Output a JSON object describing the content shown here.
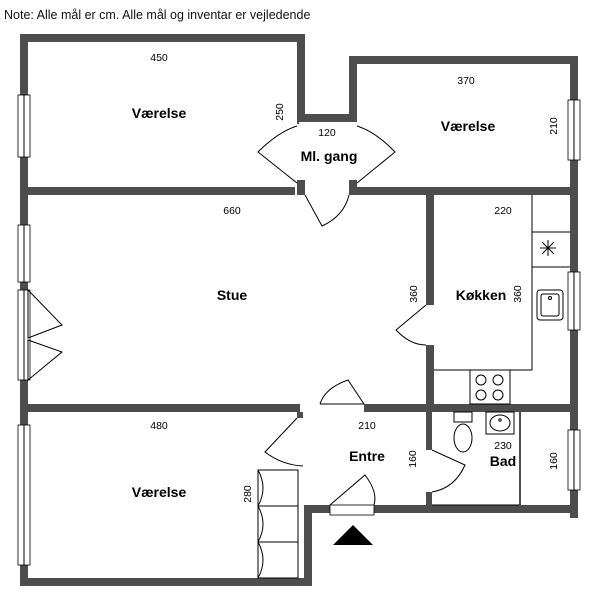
{
  "note": "Note: Alle mål er cm. Alle mål og inventar er vejledende",
  "rooms": [
    {
      "label": "Værelse",
      "width_dim": "450",
      "depth_dim": "250"
    },
    {
      "label": "Ml. gang",
      "width_dim": "120"
    },
    {
      "label": "Værelse",
      "width_dim": "370",
      "depth_dim": "210"
    },
    {
      "label": "Stue",
      "width_dim": "660",
      "depth_dim": "360"
    },
    {
      "label": "Køkken",
      "width_dim": "220",
      "depth_dim": "360"
    },
    {
      "label": "Værelse",
      "width_dim": "480",
      "depth_dim": "280"
    },
    {
      "label": "Entre",
      "width_dim": "210",
      "depth_dim": "160"
    },
    {
      "label": "Bad",
      "width_dim": "230",
      "depth_dim": "160"
    }
  ],
  "colors": {
    "wall": "#4d4d4d",
    "line": "#000000",
    "background": "#ffffff"
  },
  "icons": [
    "door-swing-icon",
    "window-icon",
    "stove-icon",
    "sink-icon",
    "toilet-icon",
    "washbasin-icon",
    "entrance-arrow-icon"
  ]
}
